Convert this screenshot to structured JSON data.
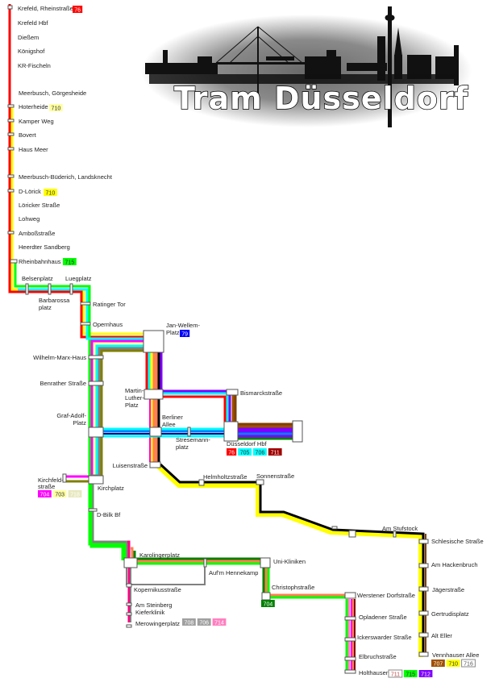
{
  "header": {
    "title": "Tram Düsseldorf"
  },
  "stations": {
    "krefeld_rheinstrasse": "Krefeld, Rheinstraße",
    "krefeld_hbf": "Krefeld Hbf",
    "diessem": "Dießem",
    "koenigshof": "Königshof",
    "kr_fischeln": "KR-Fischeln",
    "meerbusch_goergesheide": "Meerbusch, Görgesheide",
    "hoterheide": "Hoterheide",
    "kamper_weg": "Kamper Weg",
    "bovert": "Bovert",
    "haus_meer": "Haus Meer",
    "meerbusch_buederich": "Meerbusch-Büderich, Landsknecht",
    "d_loerick": "D-Lörick",
    "loericker_strasse": "Löricker Straße",
    "lohweg": "Lohweg",
    "ambossstrasse": "Amboßstraße",
    "heerdter_sandberg": "Heerdter Sandberg",
    "rheinbahnhaus": "Rheinbahnhaus",
    "belsenplatz": "Belsenplatz",
    "barbarossaplatz_1": "Barbarossa",
    "barbarossaplatz_2": "platz",
    "luegplatz": "Luegplatz",
    "ratinger_tor": "Ratinger Tor",
    "opernhaus": "Opernhaus",
    "jan_wellem_1": "Jan-Wellem-",
    "jan_wellem_2": "Platz",
    "wilhelm_marx_haus": "Wilhelm-Marx-Haus",
    "benrather_strasse": "Benrather Straße",
    "martin_luther_1": "Martin-",
    "martin_luther_2": "Luther-",
    "martin_luther_3": "Platz",
    "bismarckstrasse": "Bismarckstraße",
    "graf_adolf_1": "Graf-Adolf-",
    "graf_adolf_2": "Platz",
    "berliner_allee_1": "Berliner",
    "berliner_allee_2": "Allee",
    "stresemannplatz_1": "Stresemann-",
    "stresemannplatz_2": "platz",
    "hbf": "Düsseldorf Hbf",
    "luisenstrasse": "Luisenstraße",
    "helmholtzstrasse": "Helmholtzstraße",
    "sonnenstrasse": "Sonnenstraße",
    "kirchfeldstrasse_1": "Kirchfeld-",
    "kirchfeldstrasse_2": "straße",
    "kirchplatz": "Kirchplatz",
    "d_bilk_bf": "D-Bilk Bf",
    "am_stufstock": "Am Stufstock",
    "schlesische_strasse": "Schlesische Straße",
    "am_hackenbruch": "Am Hackenbruch",
    "jaegerstrasse": "Jägerstraße",
    "gertrudisplatz": "Gertrudisplatz",
    "alt_eller": "Alt Eller",
    "vennhauser_allee": "Vennhauser Allee",
    "karolingerplatz": "Karolingerplatz",
    "aufm_hennekamp": "Auf'm Hennekamp",
    "uni_kliniken": "Uni-Kliniken",
    "kopernikusstrasse": "Kopernikusstraße",
    "am_steinberg": "Am Steinberg",
    "kieferklinik": "Kieferklinik",
    "merowingerplatz": "Merowingerplatz",
    "christophstrasse": "Christophstraße",
    "werstener_dorfstrasse": "Werstener Dorfstraße",
    "opladener_strasse": "Opladener Straße",
    "ickerswarder_strasse": "Ickerswarder Straße",
    "elbruchstrasse": "Elbruchstraße",
    "holthausen": "Holthausen"
  },
  "badges": {
    "krefeld": [
      {
        "label": "76",
        "bg": "#ff0000",
        "fg": "#ffffff"
      }
    ],
    "hoterheide": [
      {
        "label": "710",
        "bg": "#ffffa0",
        "fg": "#333333"
      }
    ],
    "d_loerick": [
      {
        "label": "710",
        "bg": "#ffff00",
        "fg": "#333333"
      }
    ],
    "rheinbahnhaus": [
      {
        "label": "715",
        "bg": "#00ff00",
        "fg": "#333333"
      }
    ],
    "jan_wellem": [
      {
        "label": "79",
        "bg": "#0000ff",
        "fg": "#ffffff"
      }
    ],
    "hbf": [
      {
        "label": "76",
        "bg": "#ff0000",
        "fg": "#ffffff"
      },
      {
        "label": "705",
        "bg": "#00ffff",
        "fg": "#333333"
      },
      {
        "label": "706",
        "bg": "#00ffff",
        "fg": "#333333"
      },
      {
        "label": "711",
        "bg": "#a00000",
        "fg": "#ffffff"
      }
    ],
    "kirchfeldstrasse": [
      {
        "label": "704",
        "bg": "#ff00ff",
        "fg": "#ffffff"
      },
      {
        "label": "703",
        "bg": "#ffffa0",
        "fg": "#333333"
      },
      {
        "label": "718",
        "bg": "#e8e8c0",
        "fg": "#ffffff"
      }
    ],
    "merowingerplatz": [
      {
        "label": "708",
        "bg": "#a0a0a0",
        "fg": "#ffffff"
      },
      {
        "label": "706",
        "bg": "#a0a0a0",
        "fg": "#ffffff"
      },
      {
        "label": "714",
        "bg": "#ff80c0",
        "fg": "#ffffff"
      }
    ],
    "christophstrasse": [
      {
        "label": "704",
        "bg": "#008000",
        "fg": "#ffffff"
      }
    ],
    "holthausen": [
      {
        "label": "711",
        "bg": "#ffffff",
        "fg": "#c04040"
      },
      {
        "label": "715",
        "bg": "#00ff00",
        "fg": "#333333"
      },
      {
        "label": "712",
        "bg": "#8000ff",
        "fg": "#ffffff"
      }
    ],
    "vennhauser_allee": [
      {
        "label": "707",
        "bg": "#a05000",
        "fg": "#ffffff"
      },
      {
        "label": "710",
        "bg": "#ffff00",
        "fg": "#333333"
      },
      {
        "label": "716",
        "bg": "#ffffff",
        "fg": "#555555"
      }
    ]
  }
}
